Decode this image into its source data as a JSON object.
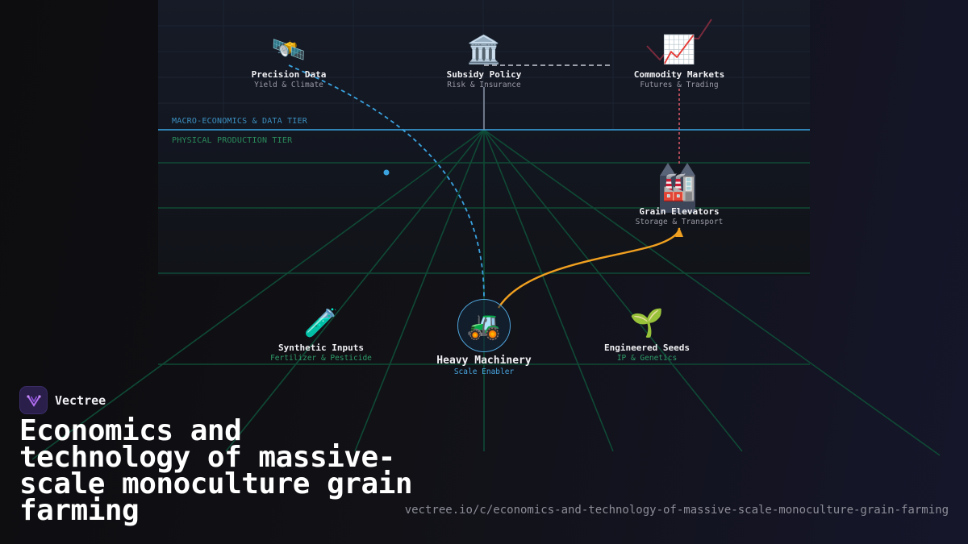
{
  "tiers": {
    "macro": "MACRO-ECONOMICS & DATA TIER",
    "physical": "PHYSICAL PRODUCTION TIER"
  },
  "nodes": {
    "precision": {
      "icon": "🛰️",
      "icon_name": "satellite-icon",
      "title": "Precision Data",
      "subtitle": "Yield & Climate"
    },
    "subsidy": {
      "icon": "🏛️",
      "icon_name": "bank-building-icon",
      "title": "Subsidy Policy",
      "subtitle": "Risk & Insurance"
    },
    "commodity": {
      "icon": "📈",
      "icon_name": "chart-up-icon",
      "title": "Commodity Markets",
      "subtitle": "Futures & Trading"
    },
    "elevators": {
      "icon": "🏭",
      "icon_name": "factory-icon",
      "title": "Grain Elevators",
      "subtitle": "Storage & Transport"
    },
    "synthetic": {
      "icon": "🧪",
      "icon_name": "test-tube-icon",
      "title": "Synthetic Inputs",
      "subtitle": "Fertilizer & Pesticide"
    },
    "machinery": {
      "icon": "🚜",
      "icon_name": "tractor-icon",
      "title": "Heavy Machinery",
      "subtitle": "Scale Enabler"
    },
    "seeds": {
      "icon": "🌱",
      "icon_name": "seedling-icon",
      "title": "Engineered Seeds",
      "subtitle": "IP & Genetics"
    }
  },
  "colors": {
    "data_link": "#3aa3e0",
    "market_link": "#e05a6a",
    "logistics_link": "#f0a020",
    "grid": "#0f4a35",
    "tier_divider": "#3ba7e6"
  },
  "brand": {
    "name": "Vectree"
  },
  "headline": "Economics and technology of massive-scale monoculture grain farming",
  "url": "vectree.io/c/economics-and-technology-of-massive-scale-monoculture-grain-farming"
}
